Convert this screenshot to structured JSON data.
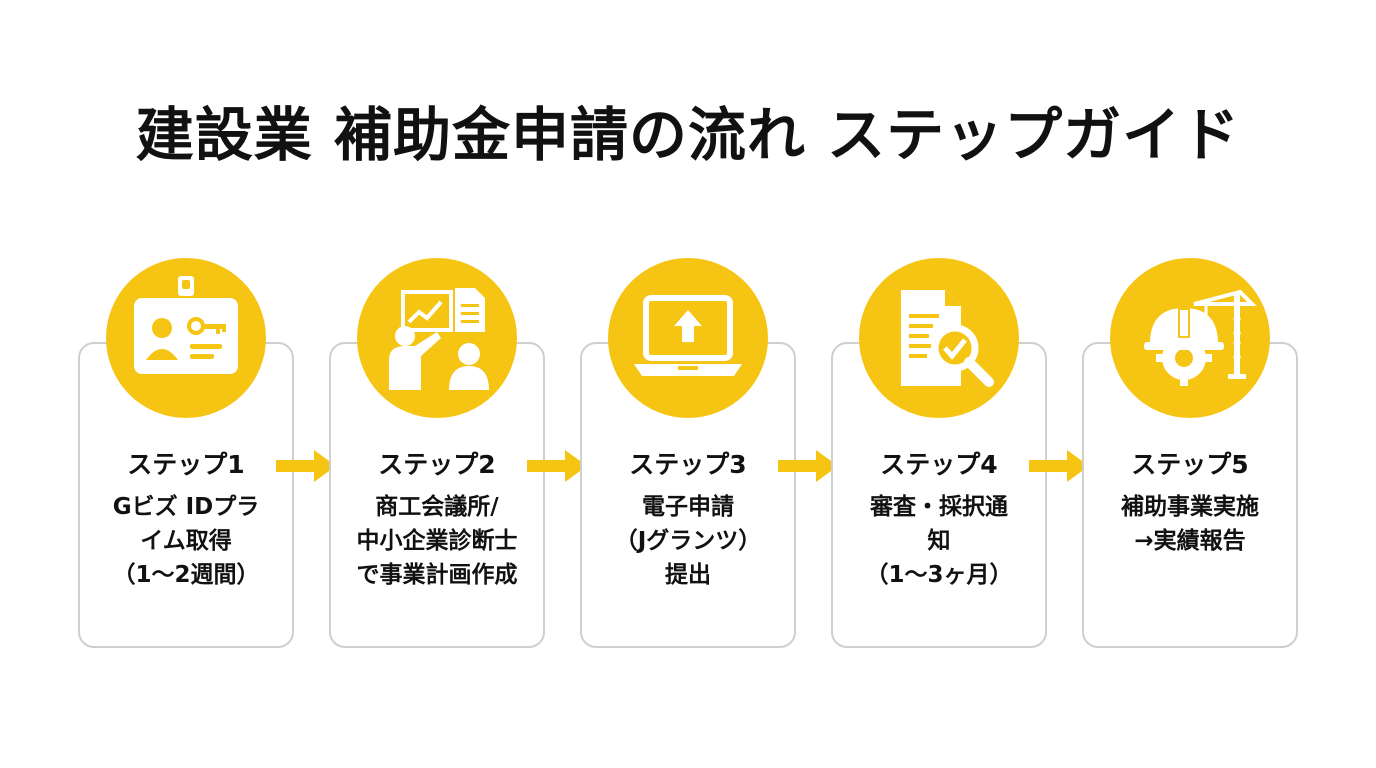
{
  "title": "建設業 補助金申請の流れ ステップガイド",
  "colors": {
    "accent": "#f6c514",
    "card_border": "#cfcfcf",
    "text": "#111111"
  },
  "steps": [
    {
      "label": "ステップ1",
      "lines": [
        "Gビズ IDプラ",
        "イム取得",
        "（1〜2週間）"
      ],
      "icon": "id-card-icon"
    },
    {
      "label": "ステップ2",
      "lines": [
        "商工会議所/",
        "中小企業診断士",
        "で事業計画作成"
      ],
      "icon": "presentation-consult-icon"
    },
    {
      "label": "ステップ3",
      "lines": [
        "電子申請",
        "（Jグランツ）",
        "提出"
      ],
      "icon": "laptop-upload-icon"
    },
    {
      "label": "ステップ4",
      "lines": [
        "審査・採択通",
        "知",
        "（1〜3ヶ月）"
      ],
      "icon": "document-review-icon"
    },
    {
      "label": "ステップ5",
      "lines": [
        "補助事業実施",
        "→実績報告"
      ],
      "icon": "construction-crane-icon"
    }
  ]
}
